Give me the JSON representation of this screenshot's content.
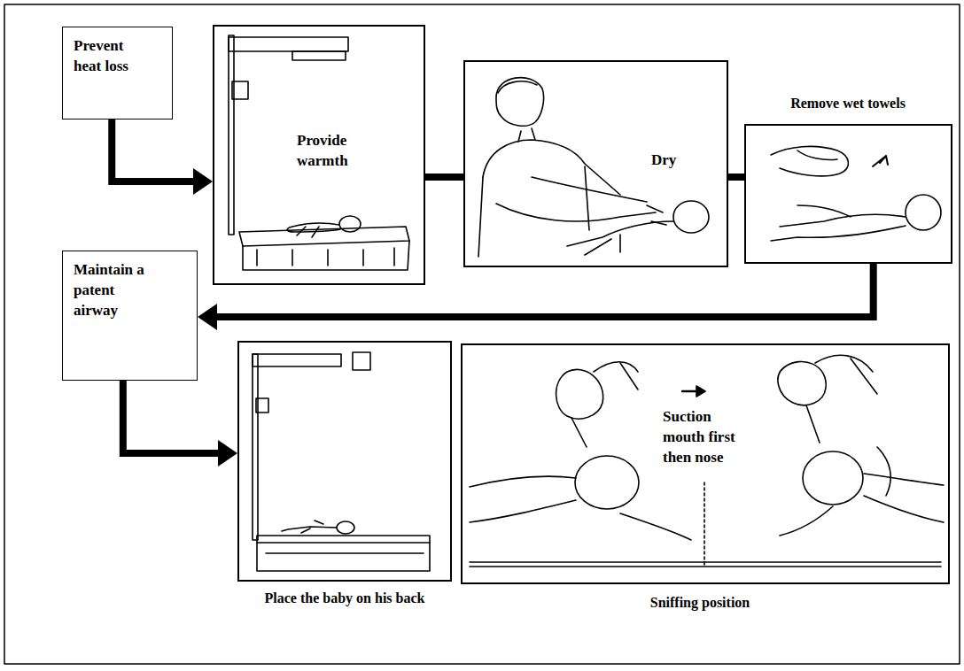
{
  "diagram": {
    "nodes": [
      {
        "text": [
          "Prevent heat loss"
        ]
      },
      {
        "text": [
          "Provide warmth"
        ]
      },
      {
        "text": [
          "Dry"
        ]
      },
      {
        "text": [
          "Remove wet towels"
        ]
      },
      {
        "text": [
          "Maintain a patent airway"
        ]
      },
      {
        "text": [
          "Place the baby on his back"
        ]
      },
      {
        "text": [
          "Suction mouth first then nose",
          "Sniffing position"
        ]
      }
    ],
    "edges": [
      {
        "from": 0,
        "to": 1,
        "arrow": "to"
      },
      {
        "from": 1,
        "to": 2,
        "arrow": "none"
      },
      {
        "from": 2,
        "to": 3,
        "arrow": "none"
      },
      {
        "from": 3,
        "to": 4,
        "arrow": "to"
      },
      {
        "from": 4,
        "to": 5,
        "arrow": "to"
      }
    ]
  }
}
